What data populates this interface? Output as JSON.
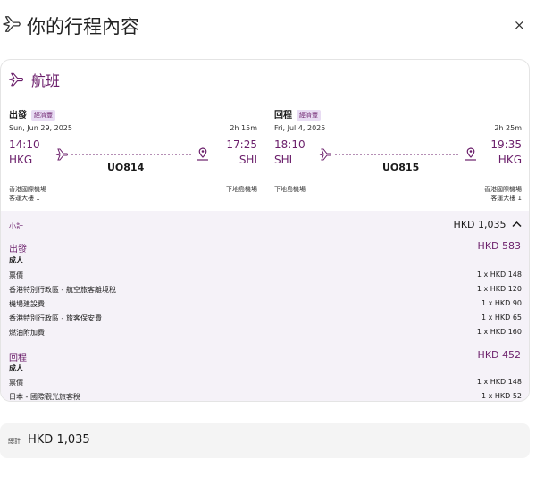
{
  "header": {
    "title": "你的行程內容",
    "close_label": "×"
  },
  "card": {
    "title": "航班"
  },
  "outbound": {
    "direction": "出發",
    "cabin": "經濟豐",
    "date": "Sun, Jun 29, 2025",
    "duration": "2h 15m",
    "dep_time": "14:10",
    "dep_code": "HKG",
    "arr_time": "17:25",
    "arr_code": "SHI",
    "flight": "UO814",
    "dep_airport": "香港國際機場",
    "dep_terminal": "客運大樓 1",
    "arr_airport": "下地島機場"
  },
  "return": {
    "direction": "回程",
    "cabin": "經濟豐",
    "date": "Fri, Jul 4, 2025",
    "duration": "2h 25m",
    "dep_time": "18:10",
    "dep_code": "SHI",
    "arr_time": "19:35",
    "arr_code": "HKG",
    "flight": "UO815",
    "dep_airport": "下地島機場",
    "arr_airport": "香港國際機場",
    "arr_terminal": "客運大樓 1"
  },
  "fare": {
    "subtotal_label": "小計",
    "subtotal_value": "HKD 1,035",
    "outbound_name": "出發",
    "outbound_total": "HKD 583",
    "outbound_pax": "成人",
    "outbound_items": [
      {
        "label": "票價",
        "value": "1 x HKD 148"
      },
      {
        "label": "香港特別行政區 - 航空旅客離境稅",
        "value": "1 x HKD 120"
      },
      {
        "label": "機場建設費",
        "value": "1 x HKD 90"
      },
      {
        "label": "香港特別行政區 - 旅客保安費",
        "value": "1 x HKD 65"
      },
      {
        "label": "燃油附加費",
        "value": "1 x HKD 160"
      }
    ],
    "return_name": "回程",
    "return_total": "HKD 452",
    "return_pax": "成人",
    "return_items": [
      {
        "label": "票價",
        "value": "1 x HKD 148"
      },
      {
        "label": "日本 - 國際觀光旅客稅",
        "value": "1 x HKD 52"
      }
    ]
  },
  "total": {
    "label": "總計",
    "value": "HKD 1,035"
  },
  "colors": {
    "accent": "#6b1f6b",
    "fare_bg": "#f5f2f8",
    "badge_bg": "#e8dcf3"
  }
}
